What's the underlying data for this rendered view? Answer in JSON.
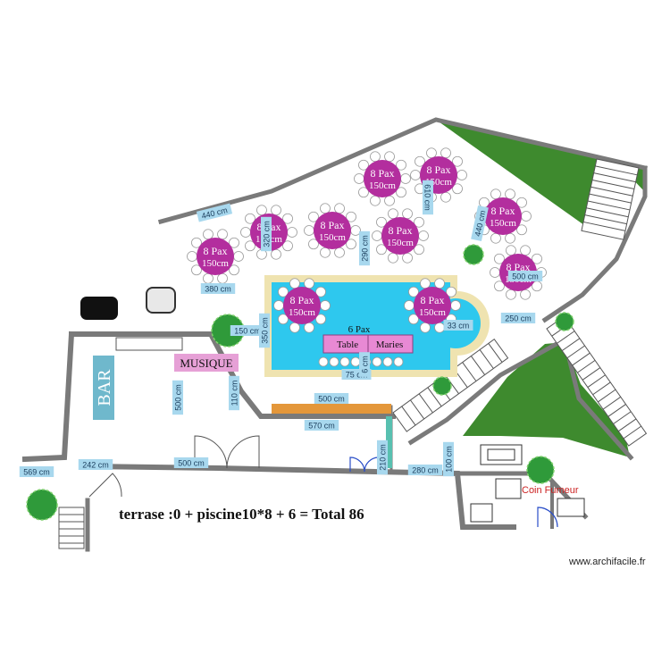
{
  "colors": {
    "table": "#b32e9e",
    "pool": "#2ec8ee",
    "pool_edge": "#efe3b0",
    "grass": "#3e8a2e",
    "wall": "#7a7a7a",
    "bench": "#e4973a",
    "label_bg": "#a8d8ee",
    "long_table": "#e889d4"
  },
  "round_tables": [
    {
      "pax": "8 Pax",
      "size": "150cm"
    },
    {
      "pax": "8 Pax",
      "size": "150cm"
    },
    {
      "pax": "8 Pax",
      "size": "150cm"
    },
    {
      "pax": "8 Pax",
      "size": "150cm"
    },
    {
      "pax": "8 Pax",
      "size": "150cm"
    },
    {
      "pax": "8 Pax",
      "size": "150cm"
    },
    {
      "pax": "8 Pax",
      "size": "150cm"
    },
    {
      "pax": "8 Pax",
      "size": "150cm"
    },
    {
      "pax": "8 Pax",
      "size": "150cm"
    },
    {
      "pax": "8 Pax",
      "size": "150cm"
    }
  ],
  "long_table": {
    "pax": "6 Pax",
    "left": "Table",
    "right": "Maries"
  },
  "zones": {
    "bar": "BAR",
    "music": "MUSIQUE"
  },
  "dimensions": [
    "440 cm",
    "320 cm",
    "290 cm",
    "610 cm",
    "440 cm",
    "380 cm",
    "500 cm",
    "250 cm",
    "150 cm",
    "350 cm",
    "33 cm",
    "75 cm",
    "6 cm",
    "110 cm",
    "500 cm",
    "500 cm",
    "570 cm",
    "210 cm",
    "100 cm",
    "280 cm",
    "500 cm",
    "242 cm",
    "569 cm"
  ],
  "total_text": "terrase :0 + piscine10*8 + 6 = Total 86",
  "smoking_corner": "Coin Fumeur",
  "footer": "www.archifacile.fr"
}
